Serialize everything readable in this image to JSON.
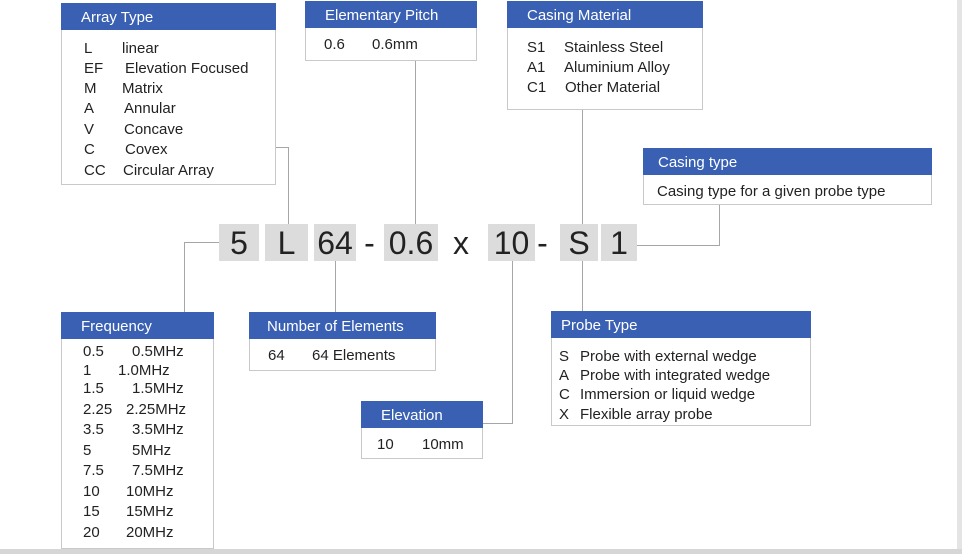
{
  "code_segments": [
    "5",
    "L",
    "64",
    "-",
    "0.6",
    "x",
    "10",
    "-",
    "S",
    "1"
  ],
  "array_type": {
    "title": "Array Type",
    "rows": [
      {
        "code": "L",
        "desc": "linear"
      },
      {
        "code": "EF",
        "desc": "Elevation Focused"
      },
      {
        "code": "M",
        "desc": "Matrix"
      },
      {
        "code": "A",
        "desc": "Annular"
      },
      {
        "code": "V",
        "desc": "Concave"
      },
      {
        "code": "C",
        "desc": "Covex"
      },
      {
        "code": "CC",
        "desc": "Circular Array"
      }
    ]
  },
  "elementary_pitch": {
    "title": "Elementary Pitch",
    "rows": [
      {
        "code": "0.6",
        "desc": "0.6mm"
      }
    ]
  },
  "casing_material": {
    "title": "Casing Material",
    "rows": [
      {
        "code": "S1",
        "desc": "Stainless Steel"
      },
      {
        "code": "A1",
        "desc": "Aluminium Alloy"
      },
      {
        "code": "C1",
        "desc": "Other Material"
      }
    ]
  },
  "casing_type": {
    "title": "Casing type",
    "text": "Casing type for a given probe type"
  },
  "frequency": {
    "title": "Frequency",
    "rows": [
      {
        "code": "0.5",
        "desc": "0.5MHz"
      },
      {
        "code": "1",
        "desc": "1.0MHz"
      },
      {
        "code": "1.5",
        "desc": "1.5MHz"
      },
      {
        "code": "2.25",
        "desc": "2.25MHz"
      },
      {
        "code": "3.5",
        "desc": "3.5MHz"
      },
      {
        "code": "5",
        "desc": "5MHz"
      },
      {
        "code": "7.5",
        "desc": "7.5MHz"
      },
      {
        "code": "10",
        "desc": "10MHz"
      },
      {
        "code": "15",
        "desc": "15MHz"
      },
      {
        "code": "20",
        "desc": "20MHz"
      }
    ]
  },
  "number_of_elements": {
    "title": "Number of Elements",
    "rows": [
      {
        "code": "64",
        "desc": "64 Elements"
      }
    ]
  },
  "elevation": {
    "title": "Elevation",
    "rows": [
      {
        "code": "10",
        "desc": "10mm"
      }
    ]
  },
  "probe_type": {
    "title": "Probe Type",
    "rows": [
      {
        "code": "S",
        "desc": "Probe with external wedge"
      },
      {
        "code": "A",
        "desc": "Probe with integrated wedge"
      },
      {
        "code": "C",
        "desc": "Immersion or liquid wedge"
      },
      {
        "code": "X",
        "desc": "Flexible array probe"
      }
    ]
  },
  "colors": {
    "header_blue": "#3a60b4",
    "segment_grey": "#dcdcdc",
    "connector_grey": "#a6a6a6"
  }
}
